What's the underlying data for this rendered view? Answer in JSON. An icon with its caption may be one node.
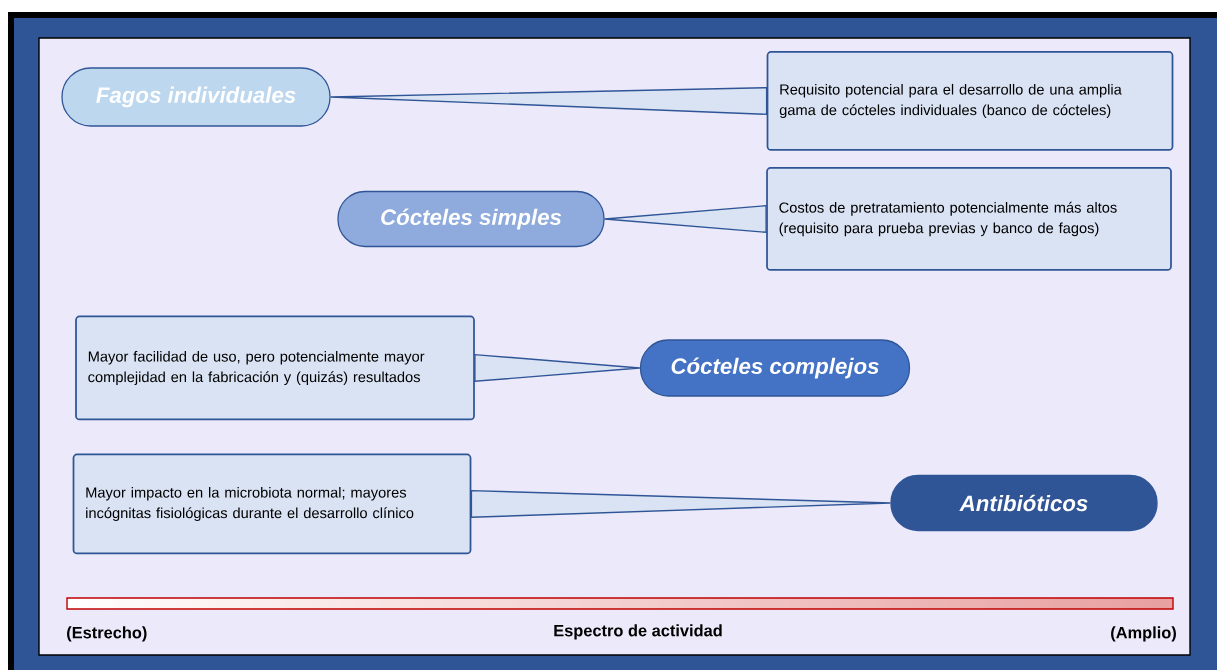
{
  "diagram": {
    "nodes": [
      {
        "text": [
          "Fagos individuales"
        ]
      },
      {
        "text": [
          "Requisito potencial para el desarrollo de una amplia gama de cócteles individuales (banco de cócteles)"
        ]
      },
      {
        "text": [
          "Cócteles simples"
        ]
      },
      {
        "text": [
          "Costos de pretratamiento potencialmente más altos (requisito para prueba previas y banco de fagos)"
        ]
      },
      {
        "text": [
          "Mayor facilidad de uso, pero potencialmente mayor complejidad en la fabricación y (quizás) resultados"
        ]
      },
      {
        "text": [
          "Cócteles complejos"
        ]
      },
      {
        "text": [
          "Mayor impacto en la microbiota normal; mayores incógnitas fisiológicas durante el desarrollo clínico"
        ]
      },
      {
        "text": [
          "Antibióticos"
        ]
      }
    ],
    "edges": [
      {
        "from": 0,
        "to": 1,
        "arrow": "none"
      },
      {
        "from": 2,
        "to": 3,
        "arrow": "none"
      },
      {
        "from": 5,
        "to": 4,
        "arrow": "none"
      },
      {
        "from": 7,
        "to": 6,
        "arrow": "none"
      }
    ],
    "labels": [
      "(Estrecho)",
      "Espectro de actividad",
      "(Amplio)"
    ]
  }
}
